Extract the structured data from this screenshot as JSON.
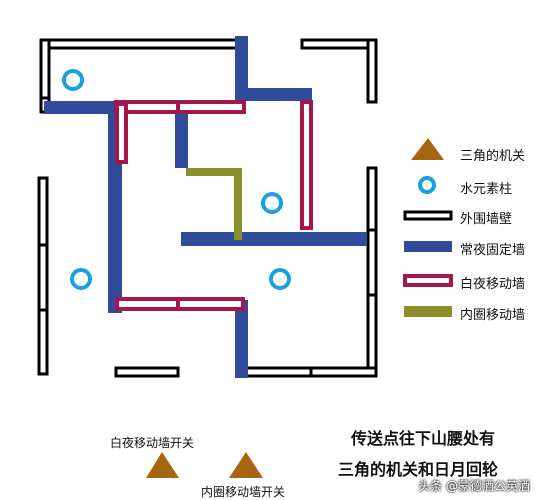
{
  "colors": {
    "outer_wall": "#000000",
    "fixed_wall": "#2f4b9a",
    "day_night_wall": "#a5164a",
    "inner_ring_wall": "#8a8f2a",
    "water_pillar": "#1aa0e0",
    "triangle": "#a7650e"
  },
  "legend": {
    "triangle_switch": "三角的机关",
    "water_pillar": "水元素柱",
    "outer_wall": "外围墙壁",
    "fixed_wall": "常夜固定墙",
    "day_night_wall": "白夜移动墙",
    "inner_ring_wall": "内圈移动墙"
  },
  "notes": {
    "line1": "传送点往下山腰处有",
    "line2": "三角的机关和日月回轮"
  },
  "switches": {
    "day_night_switch": "白夜移动墙开关",
    "inner_ring_switch": "内圈移动墙开关"
  },
  "watermark": "头条 @蒙德酒公英酒"
}
